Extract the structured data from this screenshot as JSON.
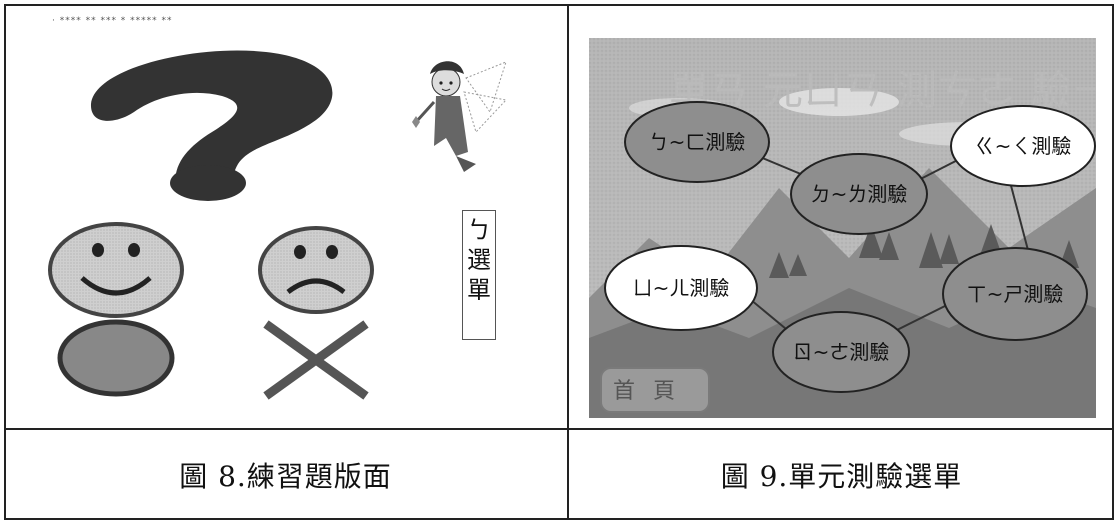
{
  "captions": {
    "fig8": "圖 8.練習題版面",
    "fig9": "圖 9.單元測驗選單"
  },
  "fig8": {
    "header_text": "·   ****  ** *** * ***** **",
    "select_label": [
      "ㄅ",
      "選",
      "單"
    ],
    "icons": [
      "question-mark-icon",
      "fairy-icon",
      "happy-face-icon",
      "sad-face-icon",
      "circle-mark-icon",
      "cross-mark-icon"
    ]
  },
  "fig9": {
    "title_parts": [
      "單ㄢ",
      "元ㄩㄢ",
      "測ㄘㄜ",
      "驗ㄧㄢ"
    ],
    "nodes": [
      {
        "id": "bf",
        "label": "ㄅ~ㄈ測驗"
      },
      {
        "id": "dl",
        "label": "ㄉ~ㄌ測驗"
      },
      {
        "id": "gq",
        "label": "ㄍ~ㄑ測驗"
      },
      {
        "id": "xs",
        "label": "ㄒ~ㄕ測驗"
      },
      {
        "id": "re",
        "label": "ㄖ~ㄜ測驗"
      },
      {
        "id": "ye",
        "label": "ㄩ~ㄦ測驗"
      }
    ],
    "home_label": "首頁"
  }
}
